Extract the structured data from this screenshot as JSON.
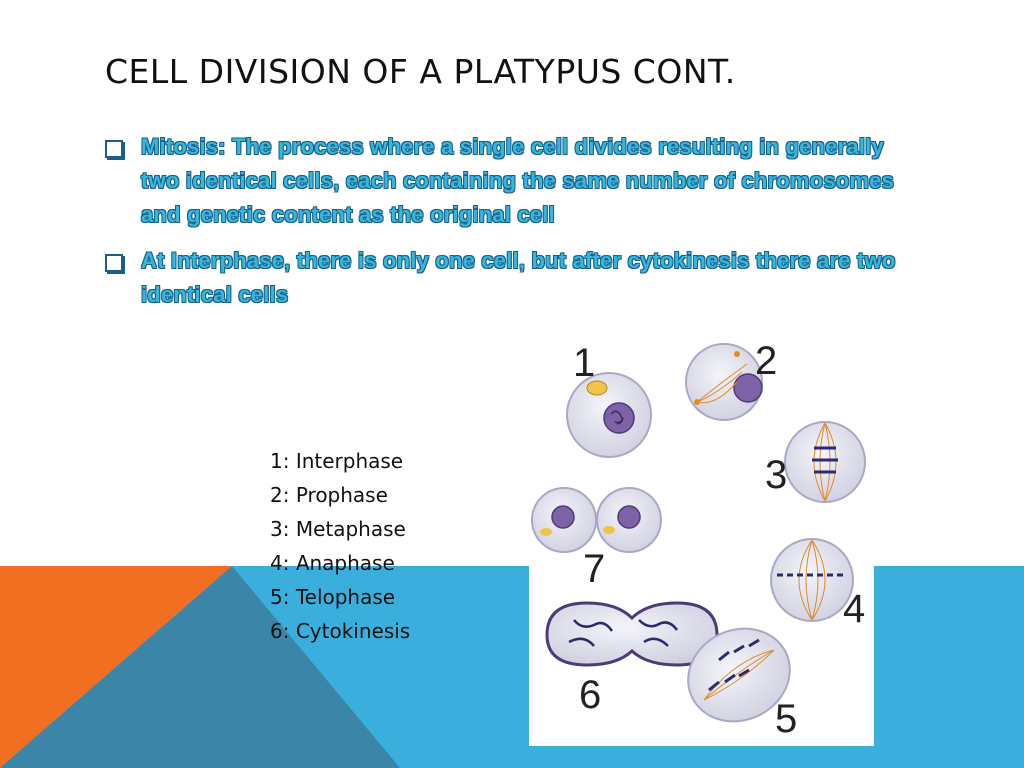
{
  "slide": {
    "title": "CELL DIVISION OF A PLATYPUS CONT.",
    "bullets": [
      {
        "text": "Mitosis: The process where a single cell divides resulting in generally two identical cells, each containing the same number of chromosomes and genetic content as the original cell"
      },
      {
        "text": "At Interphase, there is only one cell, but after cytokinesis there are two identical cells"
      }
    ],
    "legend": [
      "1: Interphase",
      "2: Prophase",
      "3: Metaphase",
      "4: Anaphase",
      "5: Telophase",
      "6: Cytokinesis"
    ],
    "figure_labels": [
      "1",
      "2",
      "3",
      "4",
      "5",
      "6",
      "7"
    ]
  },
  "colors": {
    "accent_orange": "#f26f21",
    "accent_blue": "#3aaedc",
    "dark_blue_triangle": "#3b86a8",
    "bullet_text": "#35b7e0",
    "bullet_outline": "#1a5f86"
  }
}
